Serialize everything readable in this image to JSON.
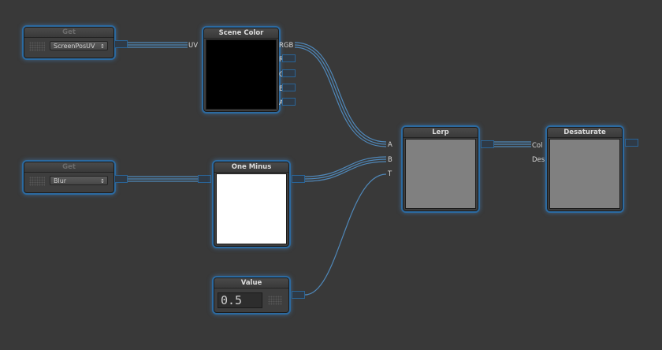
{
  "canvas": {
    "background": "#393939",
    "selection_color": "#2c6aa0",
    "wire_color": "#4f87b8"
  },
  "nodes": {
    "get_screenpos": {
      "title": "Get",
      "dropdown": "ScreenPosUV",
      "output_port": ""
    },
    "scene_color": {
      "title": "Scene Color",
      "input_port": "UV",
      "output_ports": [
        "RGB",
        "R",
        "G",
        "B",
        "A"
      ],
      "preview_color": "#000000"
    },
    "get_blur": {
      "title": "Get",
      "dropdown": "Blur"
    },
    "one_minus": {
      "title": "One Minus",
      "preview_color": "#ffffff"
    },
    "value": {
      "title": "Value",
      "value": "0.5"
    },
    "lerp": {
      "title": "Lerp",
      "input_ports": [
        "A",
        "B",
        "T"
      ],
      "preview_color": "#808080"
    },
    "desaturate": {
      "title": "Desaturate",
      "input_ports": [
        "Col",
        "Des"
      ],
      "preview_color": "#808080"
    }
  }
}
